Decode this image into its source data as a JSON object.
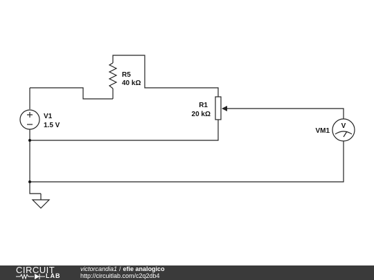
{
  "diagram": {
    "components": {
      "r5": {
        "name": "R5",
        "value": "40 kΩ"
      },
      "r1": {
        "name": "R1",
        "value": "20 kΩ"
      },
      "v1": {
        "name": "V1",
        "value": "1.5 V"
      },
      "vm1": {
        "name": "VM1",
        "symbol": "V"
      }
    }
  },
  "footer": {
    "brand_top": "CIRCUIT",
    "brand_bottom": "LAB",
    "author": "victorcandia1",
    "separator": "/",
    "project_title": "efie analogico",
    "url": "http://circuitlab.com/c2q2db4"
  },
  "colors": {
    "wire": "#222222",
    "footer_bg": "#3a3a3a",
    "footer_text": "#ffffff"
  }
}
